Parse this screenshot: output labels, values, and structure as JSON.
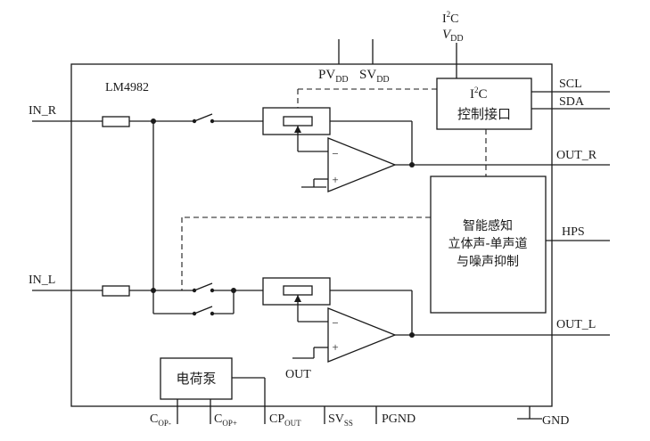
{
  "chip": {
    "name": "LM4982",
    "i2c_supply": {
      "main": "I",
      "sup": "2",
      "rest": "C",
      "v": "V",
      "v_sub": "DD"
    },
    "power_pins": [
      {
        "main": "PV",
        "sub": "DD"
      },
      {
        "main": "SV",
        "sub": "DD"
      }
    ],
    "i2c_block": {
      "line1_main": "I",
      "line1_sup": "2",
      "line1_rest": "C",
      "line2": "控制接口"
    },
    "processing_block": {
      "line1": "智能感知",
      "line2": "立体声-单声道",
      "line3": "与噪声抑制"
    },
    "charge_pump": "电荷泵",
    "out_label": "OUT",
    "inputs": [
      "IN_R",
      "IN_L"
    ],
    "outputs": [
      "SCL",
      "SDA",
      "OUT_R",
      "HPS",
      "OUT_L"
    ],
    "bottom_pins": [
      {
        "main": "C",
        "sub": "OP-"
      },
      {
        "main": "C",
        "sub": "OP+"
      },
      {
        "main": "CP",
        "sub": "OUT"
      },
      {
        "main": "SV",
        "sub": "SS"
      },
      {
        "main": "PGND",
        "sub": ""
      }
    ],
    "gnd": "GND",
    "opamp_signs": {
      "minus": "−",
      "plus": "+"
    }
  }
}
